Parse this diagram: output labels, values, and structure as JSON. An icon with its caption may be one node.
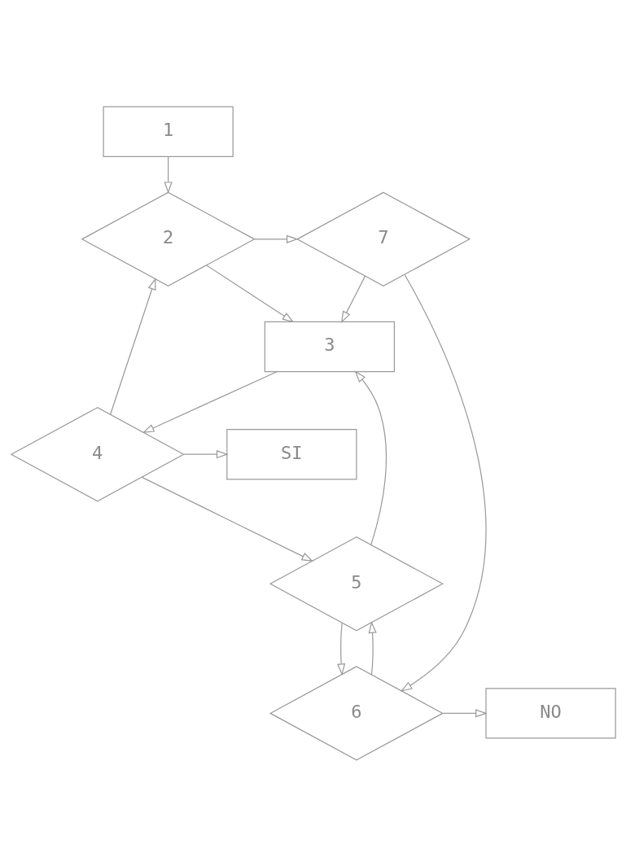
{
  "diagram": {
    "nodes": [
      {
        "text": [
          "1"
        ]
      },
      {
        "text": [
          "7"
        ]
      },
      {
        "text": [
          "2"
        ]
      },
      {
        "text": [
          "3"
        ]
      },
      {
        "text": [
          "SI"
        ]
      },
      {
        "text": [
          "4"
        ]
      },
      {
        "text": [
          "5"
        ]
      },
      {
        "text": [
          "NO"
        ]
      },
      {
        "text": [
          "6"
        ]
      }
    ],
    "edges": [
      {
        "from": 0,
        "to": 2,
        "arrow": "to"
      },
      {
        "from": 2,
        "to": 1,
        "arrow": "to"
      },
      {
        "from": 2,
        "to": 3,
        "arrow": "to"
      },
      {
        "from": 1,
        "to": 3,
        "arrow": "to"
      },
      {
        "from": 3,
        "to": 5,
        "arrow": "to"
      },
      {
        "from": 5,
        "to": 4,
        "arrow": "to"
      },
      {
        "from": 5,
        "to": 2,
        "arrow": "to"
      },
      {
        "from": 5,
        "to": 6,
        "arrow": "to"
      },
      {
        "from": 6,
        "to": 3,
        "arrow": "to"
      },
      {
        "from": 6,
        "to": 8,
        "arrow": "to"
      },
      {
        "from": 8,
        "to": 7,
        "arrow": "to"
      },
      {
        "from": 8,
        "to": 6,
        "arrow": "to"
      },
      {
        "from": 1,
        "to": 8,
        "arrow": "to"
      }
    ]
  }
}
